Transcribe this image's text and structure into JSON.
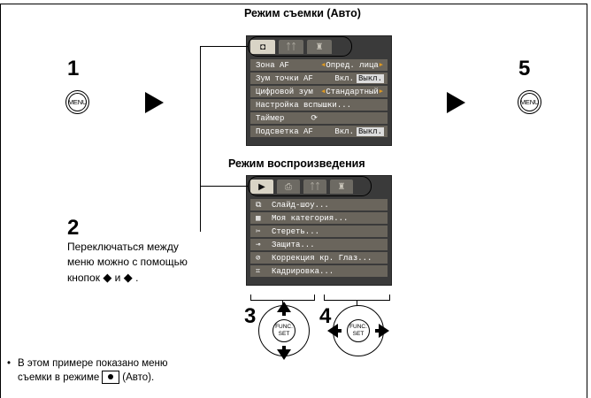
{
  "step1": {
    "number": "1",
    "button": "MENU"
  },
  "step5": {
    "number": "5",
    "button": "MENU"
  },
  "step2": {
    "number": "2",
    "line1": "Переключаться между",
    "line2": "меню можно с помощью",
    "line3_before": "кнопок",
    "line3_mid": "и",
    "line3_after": "."
  },
  "step3": {
    "number": "3"
  },
  "step4": {
    "number": "4"
  },
  "shooting": {
    "title": "Режим съемки (Авто)",
    "tabs": [
      "◘",
      "ᛏᛏ",
      "♜"
    ],
    "rows": [
      {
        "label": "Зона AF",
        "value": "Опред. лица",
        "arrows": true
      },
      {
        "label": "Зум точки AF",
        "value": "Вкл.",
        "value2": "Выкл."
      },
      {
        "label": "Цифровой зум",
        "value": "Стандартный",
        "arrows": true
      },
      {
        "label": "Настройка вспышки...",
        "value": ""
      },
      {
        "label": "Таймер",
        "value": "⟳"
      },
      {
        "label": "Подсветка AF",
        "value": "Вкл.",
        "value2": "Выкл."
      }
    ]
  },
  "playback": {
    "title": "Режим воспроизведения",
    "tabs": [
      "▶",
      "⎙",
      "ᛏᛏ",
      "♜"
    ],
    "rows": [
      {
        "icon": "⧉",
        "label": "Слайд-шоу..."
      },
      {
        "icon": "▦",
        "label": "Моя категория..."
      },
      {
        "icon": "✂",
        "label": "Стереть..."
      },
      {
        "icon": "⊸",
        "label": "Защита..."
      },
      {
        "icon": "⊘",
        "label": "Коррекция кр. Глаз..."
      },
      {
        "icon": "⌗",
        "label": "Кадрировка..."
      }
    ]
  },
  "dial": {
    "center_line1": "FUNC.",
    "center_line2": "SET"
  },
  "note": {
    "bullet": "•",
    "line1": "В этом примере показано меню",
    "line2_before": "съемки в режиме",
    "line2_after": "(Авто)."
  }
}
